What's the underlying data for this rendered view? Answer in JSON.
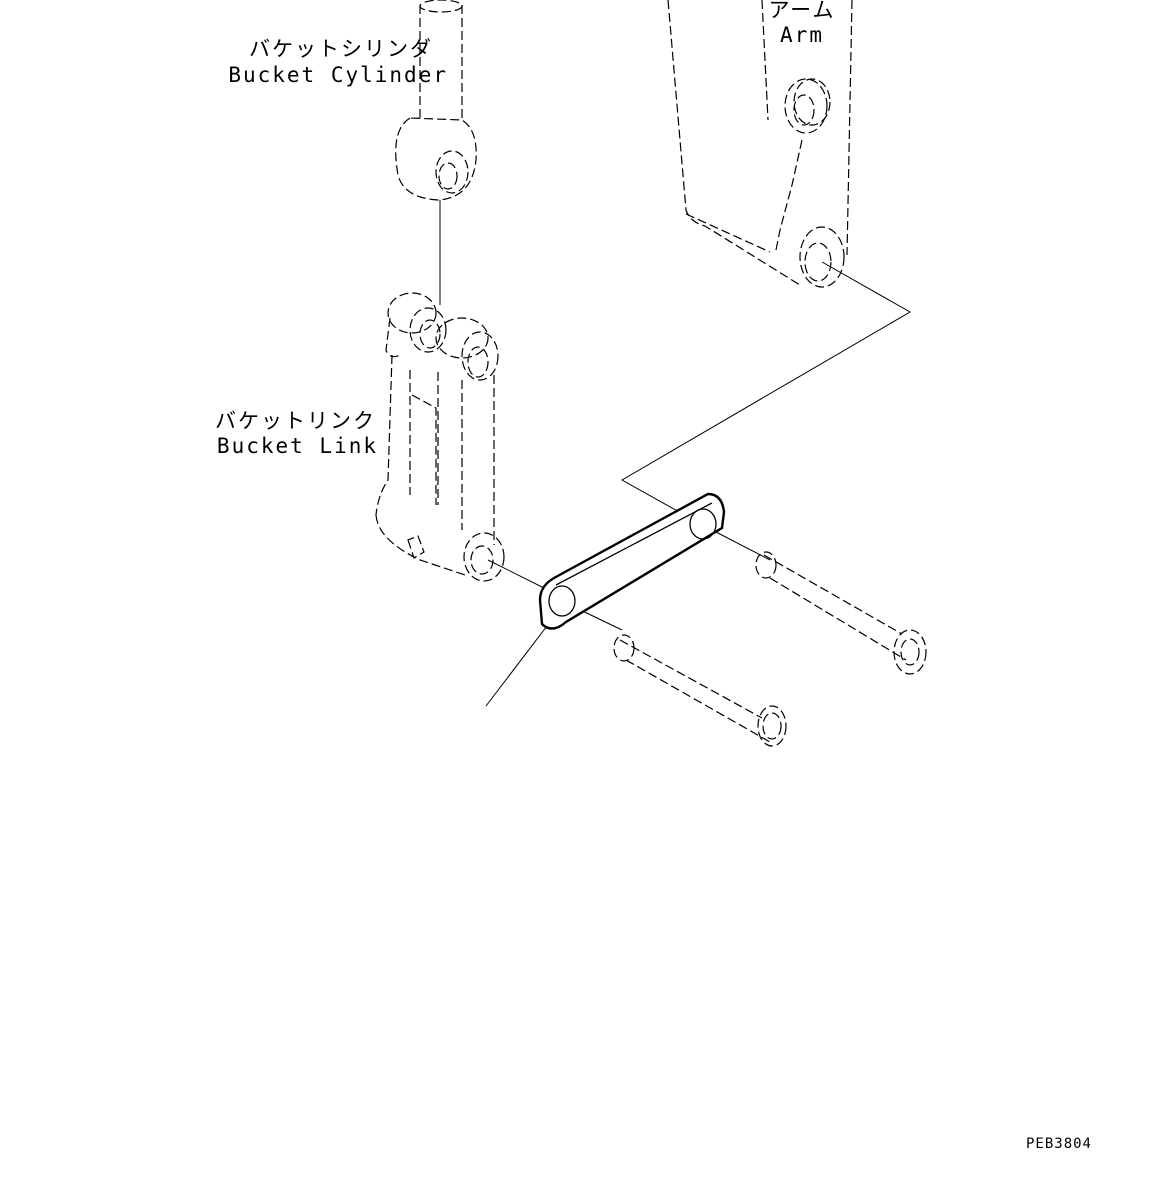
{
  "labels": {
    "arm_jp": "アーム",
    "arm_en": "Arm",
    "cylinder_jp": "バケットシリンダ",
    "cylinder_en": "Bucket Cylinder",
    "link_jp": "バケットリンク",
    "link_en": "Bucket Link"
  },
  "drawing_code": "PEB3804",
  "icons": {
    "arm": "arm-icon",
    "bucket_cylinder": "bucket-cylinder-icon",
    "bucket_link": "bucket-link-icon",
    "link_plate": "link-plate-icon",
    "pin": "pin-icon"
  },
  "colors": {
    "line": "#000000",
    "background": "#ffffff"
  }
}
